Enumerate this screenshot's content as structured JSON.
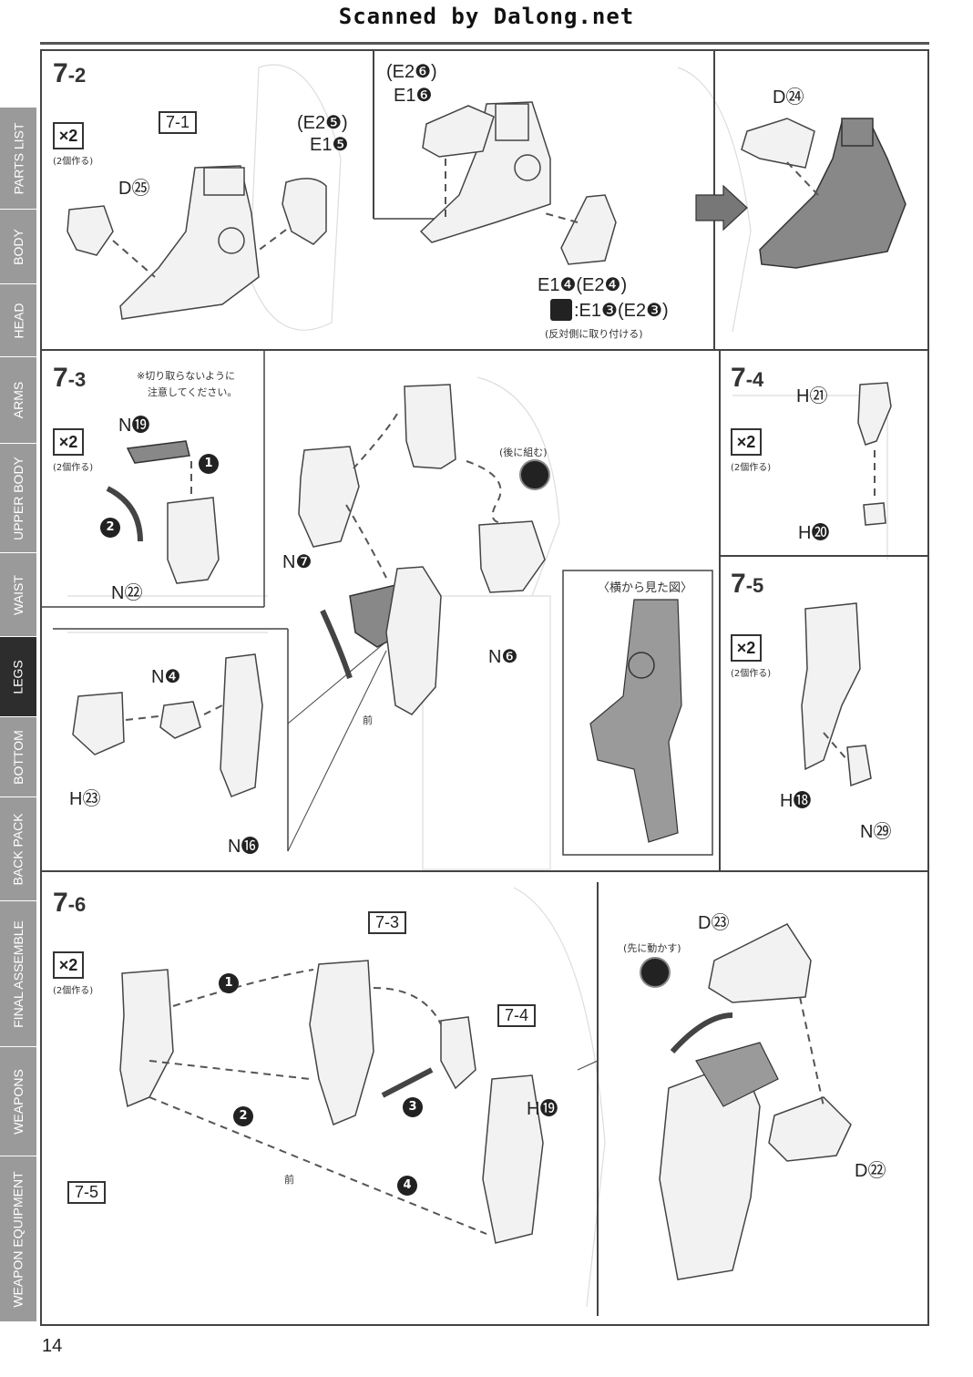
{
  "header": {
    "scan_credit": "Scanned by Dalong.net"
  },
  "sidebar": {
    "tabs": [
      {
        "label": "PARTS LIST"
      },
      {
        "label": "BODY"
      },
      {
        "label": "HEAD"
      },
      {
        "label": "ARMS"
      },
      {
        "label": "UPPER BODY"
      },
      {
        "label": "WAIST"
      },
      {
        "label": "LEGS",
        "active": true
      },
      {
        "label": "BOTTOM"
      },
      {
        "label": "BACK PACK"
      },
      {
        "label": "FINAL ASSEMBLE"
      },
      {
        "label": "WEAPONS"
      },
      {
        "label": "WEAPON EQUIPMENT"
      }
    ]
  },
  "common": {
    "x2": "×2",
    "make_two": "(2個作る)",
    "front": "前"
  },
  "step_7_2": {
    "step_main": "7",
    "step_sub": "-2",
    "ref_7_1": "7-1",
    "part_d25": "D㉕",
    "part_e2_5": "(E2❺)",
    "part_e1_5": "E1❺",
    "part_e2_6": "(E2❻)",
    "part_e1_6": "E1❻",
    "part_e1_4": "E1❹(E2❹)",
    "part_e1_3": ":E1❸(E2❸)",
    "opposite_note": "(反対側に取り付ける)",
    "part_d24": "D㉔"
  },
  "step_7_3": {
    "step_main": "7",
    "step_sub": "-3",
    "caution_line1": "※切り取らないように",
    "caution_line2": "注意してください。",
    "part_n19": "N⓳",
    "part_n22": "N㉒",
    "part_n7": "N❼",
    "part_n6": "N❻",
    "part_n4": "N❹",
    "part_h23": "H㉓",
    "part_n16": "N⓰",
    "later_note": "(後に組む)",
    "side_view": "〈横から見た図〉",
    "num1": "1",
    "num2": "2"
  },
  "step_7_4": {
    "step_main": "7",
    "step_sub": "-4",
    "part_h21": "H㉑",
    "part_h20": "H⓴"
  },
  "step_7_5": {
    "step_main": "7",
    "step_sub": "-5",
    "part_h18": "H⓲",
    "part_n29": "N㉙"
  },
  "step_7_6": {
    "step_main": "7",
    "step_sub": "-6",
    "ref_7_3": "7-3",
    "ref_7_4": "7-4",
    "ref_7_5": "7-5",
    "part_h19": "H⓳",
    "part_d23": "D㉓",
    "part_d22": "D㉒",
    "move_first": "(先に動かす)",
    "num1": "1",
    "num2": "2",
    "num3": "3",
    "num4": "4"
  },
  "footer": {
    "page_number": "14"
  }
}
